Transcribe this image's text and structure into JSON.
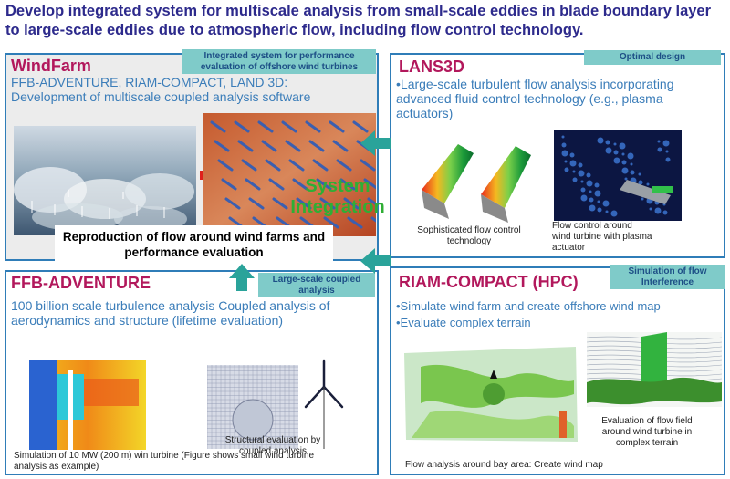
{
  "headline": "Develop integrated system for multiscale analysis from small-scale eddies in blade boundary layer to large-scale eddies due to atmospheric flow, including flow control technology.",
  "center": {
    "system_integration": "System Integration",
    "reproduction": "Reproduction of flow around wind farms and performance evaluation"
  },
  "windfarm": {
    "title": "WindFarm",
    "tag": "Integrated system for performance evaluation of offshore wind turbines",
    "body": "FFB-ADVENTURE, RIAM-COMPACT, LAND 3D: Development of multiscale coupled analysis software"
  },
  "lans3d": {
    "title": "LANS3D",
    "tag": "Optimal design",
    "body": "•Large-scale turbulent flow analysis incorporating advanced fluid control technology (e.g., plasma actuators)",
    "caption_left": "Sophisticated flow control technology",
    "caption_right": "Flow control around wind turbine with plasma actuator"
  },
  "ffb": {
    "title": "FFB-ADVENTURE",
    "tag": "Large-scale coupled analysis",
    "body": "100 billion scale turbulence analysis Coupled analysis of aerodynamics and structure (lifetime evaluation)",
    "caption_right": "Structural evaluation by coupled analysis",
    "caption_bottom": "Simulation of 10 MW (200 m) win turbine (Figure shows small wind turbine analysis as example)"
  },
  "riam": {
    "title": "RIAM-COMPACT (HPC)",
    "tag": "Simulation of flow Interference",
    "line1": "•Simulate wind farm and create offshore wind map",
    "line2": "•Evaluate complex terrain",
    "caption_right": "Evaluation of flow field around wind turbine in complex terrain",
    "caption_bottom": "Flow analysis around bay area: Create wind map"
  },
  "colors": {
    "frame": "#2f7db8",
    "title": "#b2185c",
    "body": "#3b7db9",
    "tag_bg": "#7fcbc9",
    "arrow": "#2aa39a",
    "integration": "#2fae35",
    "headline": "#2d2a8c"
  }
}
